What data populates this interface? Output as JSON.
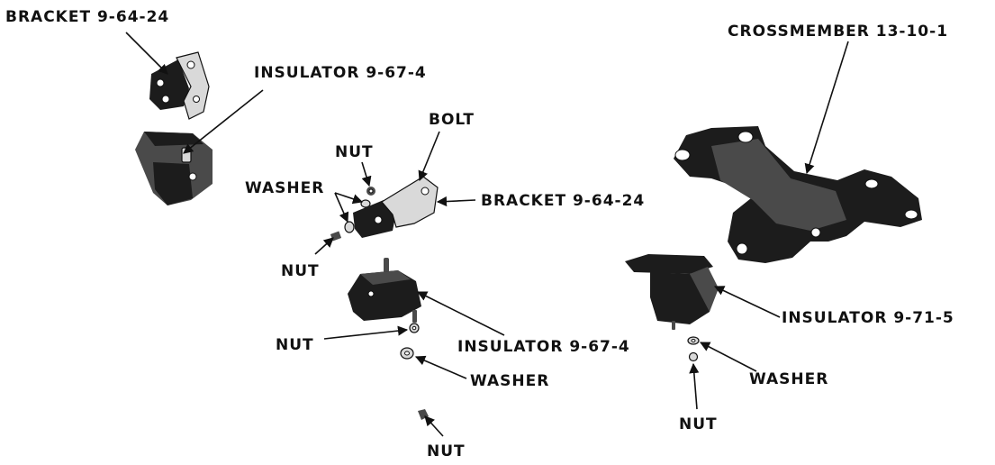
{
  "labels": {
    "bracket_top_left": "BRACKET 9-64-24",
    "insulator_top_left": "INSULATOR 9-67-4",
    "nut_upper": "NUT",
    "bolt": "BOLT",
    "washer_upper": "WASHER",
    "bracket_center": "BRACKET 9-64-24",
    "nut_left": "NUT",
    "insulator_center": "INSULATOR 9-67-4",
    "nut_mid": "NUT",
    "washer_center": "WASHER",
    "nut_bottom": "NUT",
    "crossmember": "CROSSMEMBER 13-10-1",
    "insulator_right": "INSULATOR 9-71-5",
    "washer_right": "WASHER",
    "nut_right": "NUT"
  }
}
